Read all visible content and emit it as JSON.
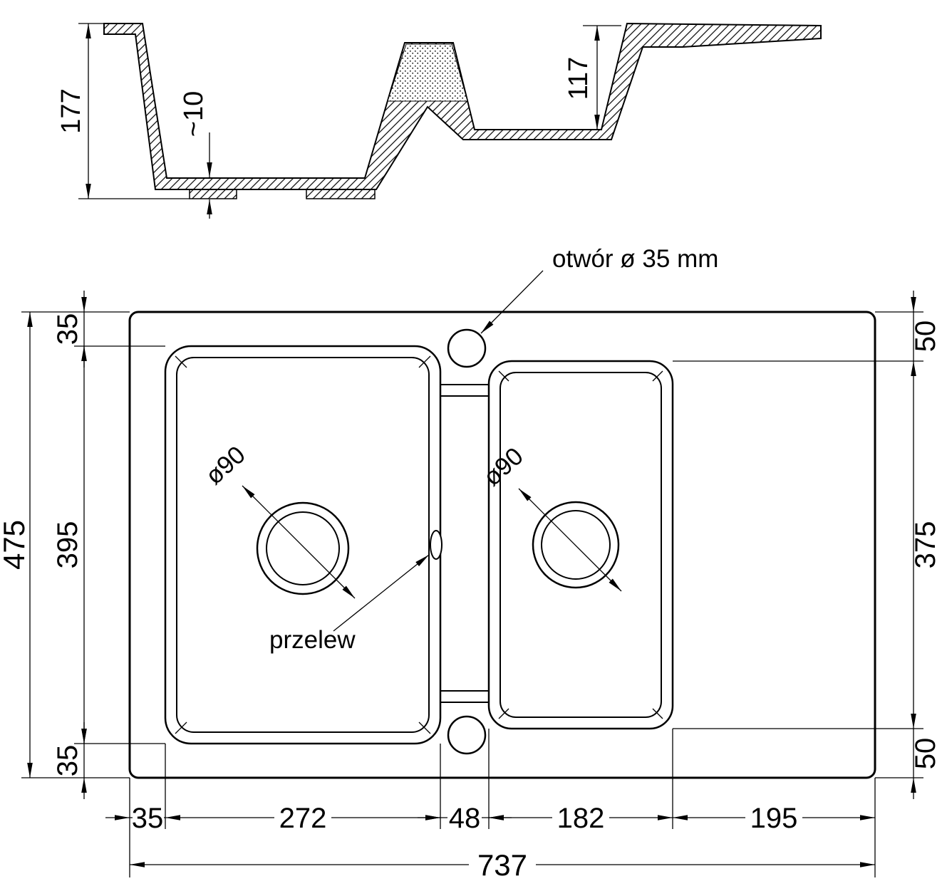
{
  "meta": {
    "type": "technical-drawing",
    "subject": "kitchen sink with 1.5 bowls and drainer - dimensioned views"
  },
  "section": {
    "dims": {
      "depth_total": "177",
      "bottom_thickness": "~10",
      "small_bowl_depth": "117"
    }
  },
  "plan": {
    "callouts": {
      "tap_hole": "otwór ø 35 mm",
      "overflow": "przelew",
      "drain_large": "ø90",
      "drain_small": "ø90"
    },
    "dims": {
      "total_height": "475",
      "bowl_length": "395",
      "margin_top": "35",
      "margin_bottom": "35",
      "right_top": "50",
      "right_small_bowl": "375",
      "right_bottom": "50",
      "bottom_margin": "35",
      "bowl_width": "272",
      "gap": "48",
      "small_bowl_width": "182",
      "drainer_width": "195",
      "total_width": "737"
    }
  },
  "colors": {
    "line": "#000000",
    "background": "#ffffff"
  }
}
